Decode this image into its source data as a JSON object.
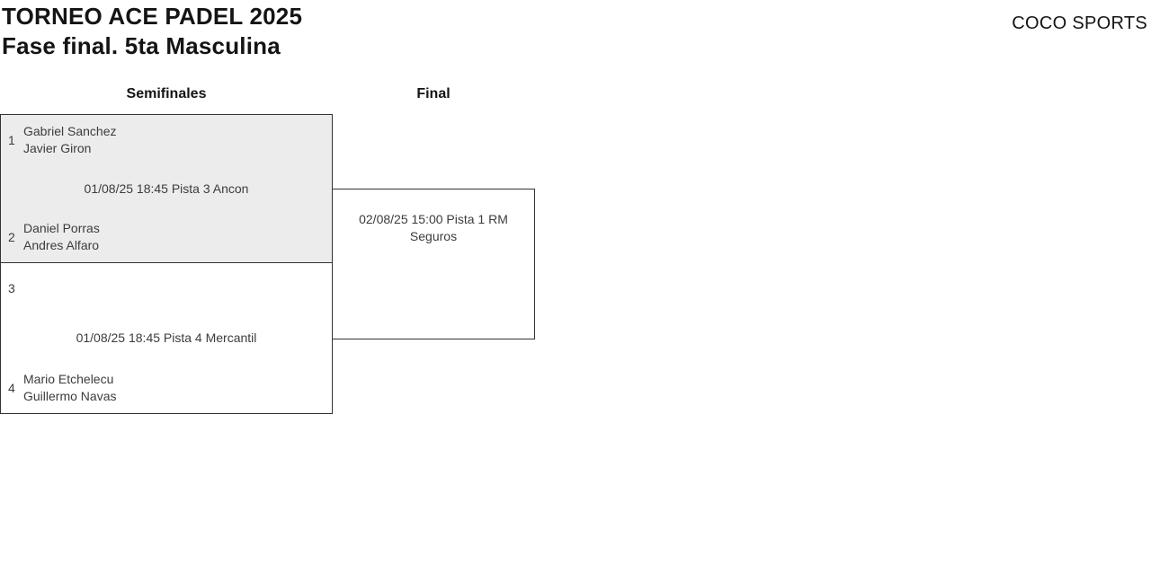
{
  "header": {
    "title_line1": "TORNEO ACE PADEL 2025",
    "title_line2": "Fase final. 5ta Masculina",
    "brand": "COCO SPORTS"
  },
  "bracket": {
    "columns": [
      {
        "label": "Semifinales"
      },
      {
        "label": "Final"
      }
    ],
    "semifinals": [
      {
        "seed_top": "1",
        "team_top": [
          "Gabriel Sanchez",
          "Javier Giron"
        ],
        "info": "01/08/25 18:45 Pista 3 Ancon",
        "seed_bottom": "2",
        "team_bottom": [
          "Daniel Porras",
          "Andres Alfaro"
        ],
        "highlighted": true
      },
      {
        "seed_top": "3",
        "team_top": [
          "",
          ""
        ],
        "info": "01/08/25 18:45 Pista 4 Mercantil",
        "seed_bottom": "4",
        "team_bottom": [
          "Mario Etchelecu",
          "Guillermo Navas"
        ],
        "highlighted": false
      }
    ],
    "final": {
      "info": "02/08/25 15:00 Pista 1 RM Seguros"
    }
  },
  "colors": {
    "highlight_fill": "#ececec",
    "box_border": "#333333",
    "bracket_text": "#3c3c3c",
    "heading_text": "#141414"
  }
}
